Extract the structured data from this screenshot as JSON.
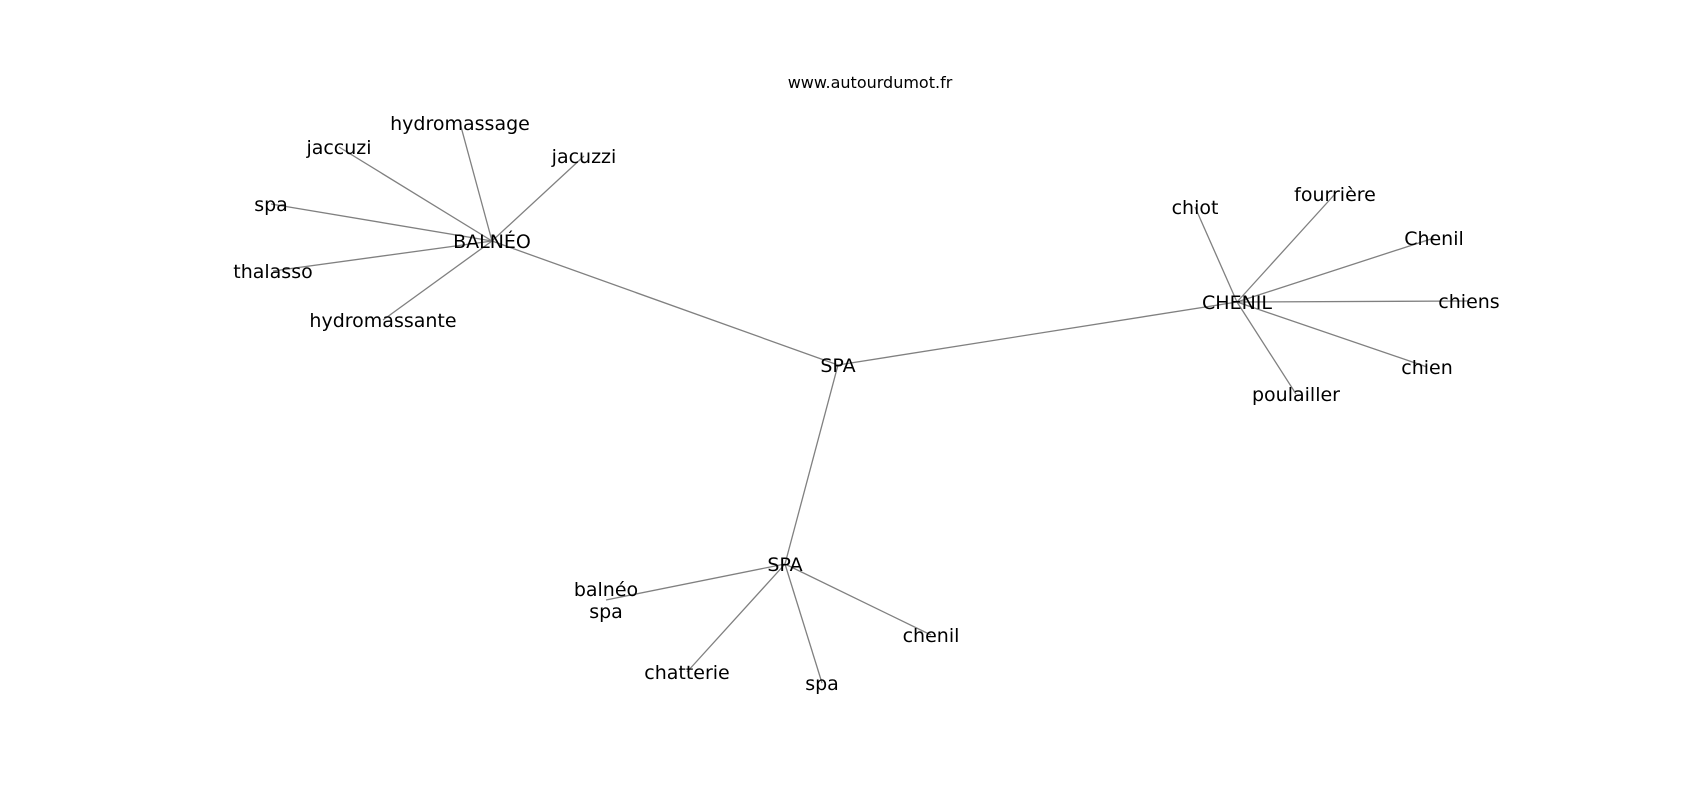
{
  "site": "www.autourdumot.fr",
  "graph": {
    "center": "SPA",
    "hubs": [
      {
        "id": "balneo",
        "label": "BALNÉO",
        "leaves": [
          "hydromassage",
          "jaccuzi",
          "jacuzzi",
          "spa",
          "thalasso",
          "hydromassante"
        ]
      },
      {
        "id": "chenil",
        "label": "CHENIL",
        "leaves": [
          "chiot",
          "fourrière",
          "Chenil",
          "chiens",
          "chien",
          "poulailler"
        ]
      },
      {
        "id": "spa",
        "label": "SPA",
        "leaves": [
          "balnéo\nspa",
          "chatterie",
          "spa",
          "chenil"
        ]
      }
    ]
  }
}
